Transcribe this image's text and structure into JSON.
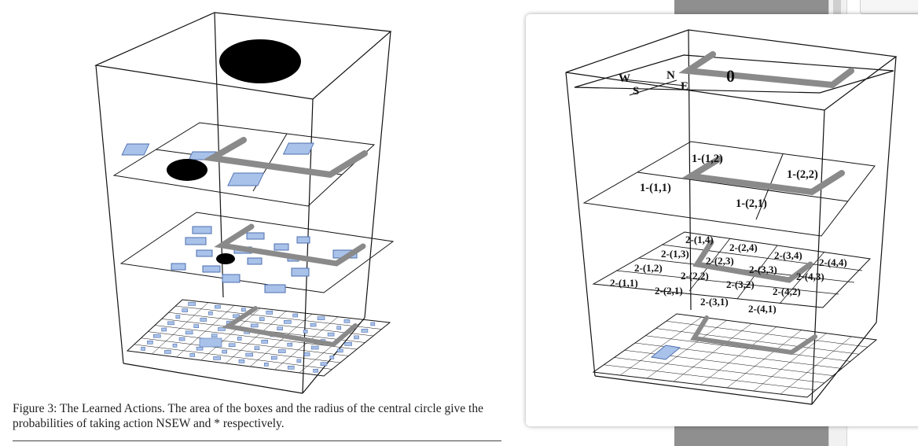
{
  "caption": {
    "text": "Figure 3: The Learned Actions. The area of the boxes and the radius of the central circle give the probabilities of taking action NSEW and * respectively."
  },
  "compass": {
    "n": "N",
    "w": "W",
    "s": "S",
    "e": "E"
  },
  "level0_label": "0",
  "level1_labels": [
    "1-(1,2)",
    "1-(2,2)",
    "1-(1,1)",
    "1-(2,1)"
  ],
  "level2_labels": [
    "2-(1,4)",
    "2-(2,4)",
    "2-(1,3)",
    "2-(2,3)",
    "2-(3,4)",
    "2-(4,4)",
    "2-(1,2)",
    "2-(2,2)",
    "2-(3,3)",
    "2-(4,3)",
    "2-(1,1)",
    "2-(2,1)",
    "2-(3,2)",
    "2-(4,2)",
    "2-(3,1)",
    "2-(4,1)"
  ],
  "colors": {
    "box": "#a9c2ea",
    "box_border": "#4d6fae",
    "path": "#8a8a8a",
    "blob": "#000000"
  }
}
